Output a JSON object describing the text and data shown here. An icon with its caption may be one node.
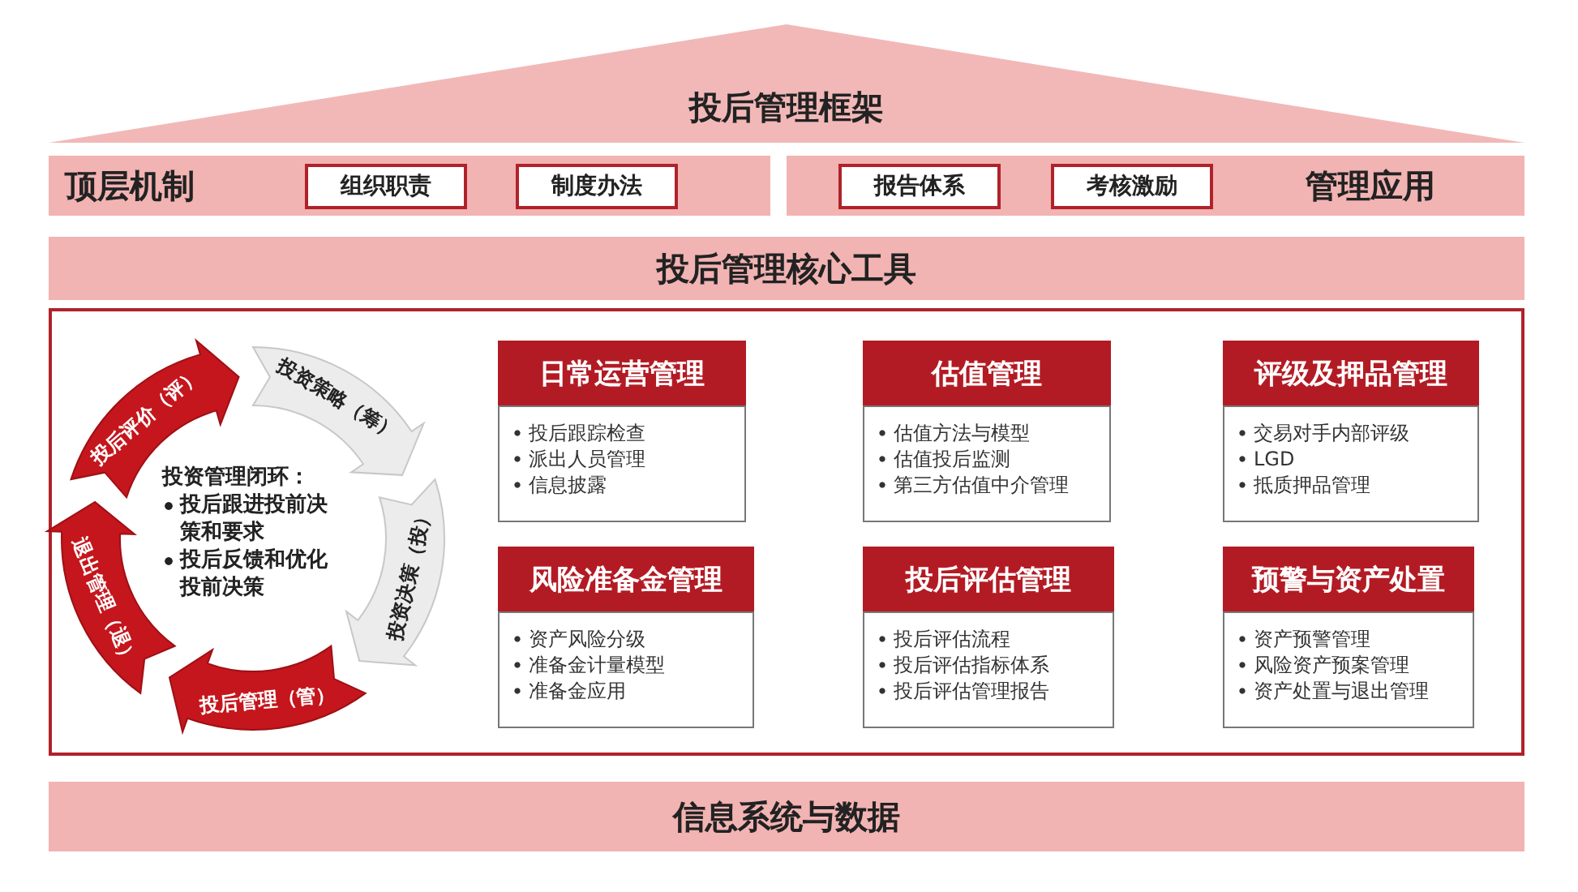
{
  "diagram": {
    "nodes": [
      {
        "text": [
          "投后管理框架"
        ]
      },
      {
        "text": [
          "顶层机制"
        ]
      },
      {
        "text": [
          "组织职责"
        ],
        "in": 1
      },
      {
        "text": [
          "制度办法"
        ],
        "in": 1
      },
      {
        "text": [
          "管理应用"
        ]
      },
      {
        "text": [
          "报告体系"
        ],
        "in": 4
      },
      {
        "text": [
          "考核激励"
        ],
        "in": 4
      },
      {
        "text": [
          "投后管理核心工具"
        ]
      },
      {
        "text": [],
        "shape": "box"
      },
      {
        "text": [
          "投后评价（评）"
        ],
        "in": 8
      },
      {
        "text": [
          "投资策略（筹）"
        ],
        "in": 8
      },
      {
        "text": [
          "投资决策（投）"
        ],
        "in": 8
      },
      {
        "text": [
          "投后管理（管）"
        ],
        "in": 8
      },
      {
        "text": [
          "退出管理（退）"
        ],
        "in": 8
      },
      {
        "text": [
          "日常运营管理",
          "投后跟踪检查",
          "派出人员管理",
          "信息披露"
        ],
        "in": 8
      },
      {
        "text": [
          "估值管理",
          "估值方法与模型",
          "估值投后监测",
          "第三方估值中介管理"
        ],
        "in": 8
      },
      {
        "text": [
          "评级及押品管理",
          "交易对手内部评级",
          "LGD",
          "抵质押品管理"
        ],
        "in": 8
      },
      {
        "text": [
          "风险准备金管理",
          "资产风险分级",
          "准备金计量模型",
          "准备金应用"
        ],
        "in": 8
      },
      {
        "text": [
          "投后评估管理",
          "投后评估流程",
          "投后评估指标体系",
          "投后评估管理报告"
        ],
        "in": 8
      },
      {
        "text": [
          "预警与资产处置",
          "资产预警管理",
          "风险资产预案管理",
          "资产处置与退出管理"
        ],
        "in": 8
      },
      {
        "text": [
          "信息系统与数据"
        ]
      }
    ],
    "edges": [],
    "labels": [
      "投资管理闭环：",
      "投后跟进投前决策和要求",
      "投后反馈和优化投前决策"
    ]
  }
}
